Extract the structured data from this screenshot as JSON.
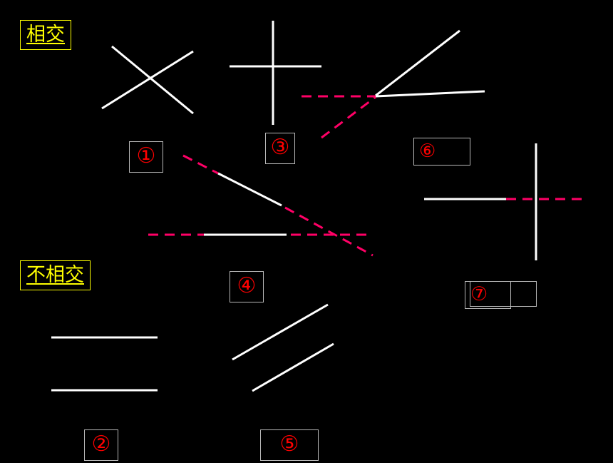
{
  "headings": {
    "intersect": "相交",
    "not_intersect": "不相交"
  },
  "labels": {
    "n1": "①",
    "n2": "②",
    "n3": "③",
    "n4": "④",
    "n5": "⑤",
    "n6": "⑥",
    "n7": "⑦"
  },
  "colors": {
    "background": "#000000",
    "solid_line": "#ffffff",
    "dashed_line": "#ff0066",
    "heading": "#ffff00",
    "number": "#ff0000",
    "box_border": "#b8b8b8"
  }
}
